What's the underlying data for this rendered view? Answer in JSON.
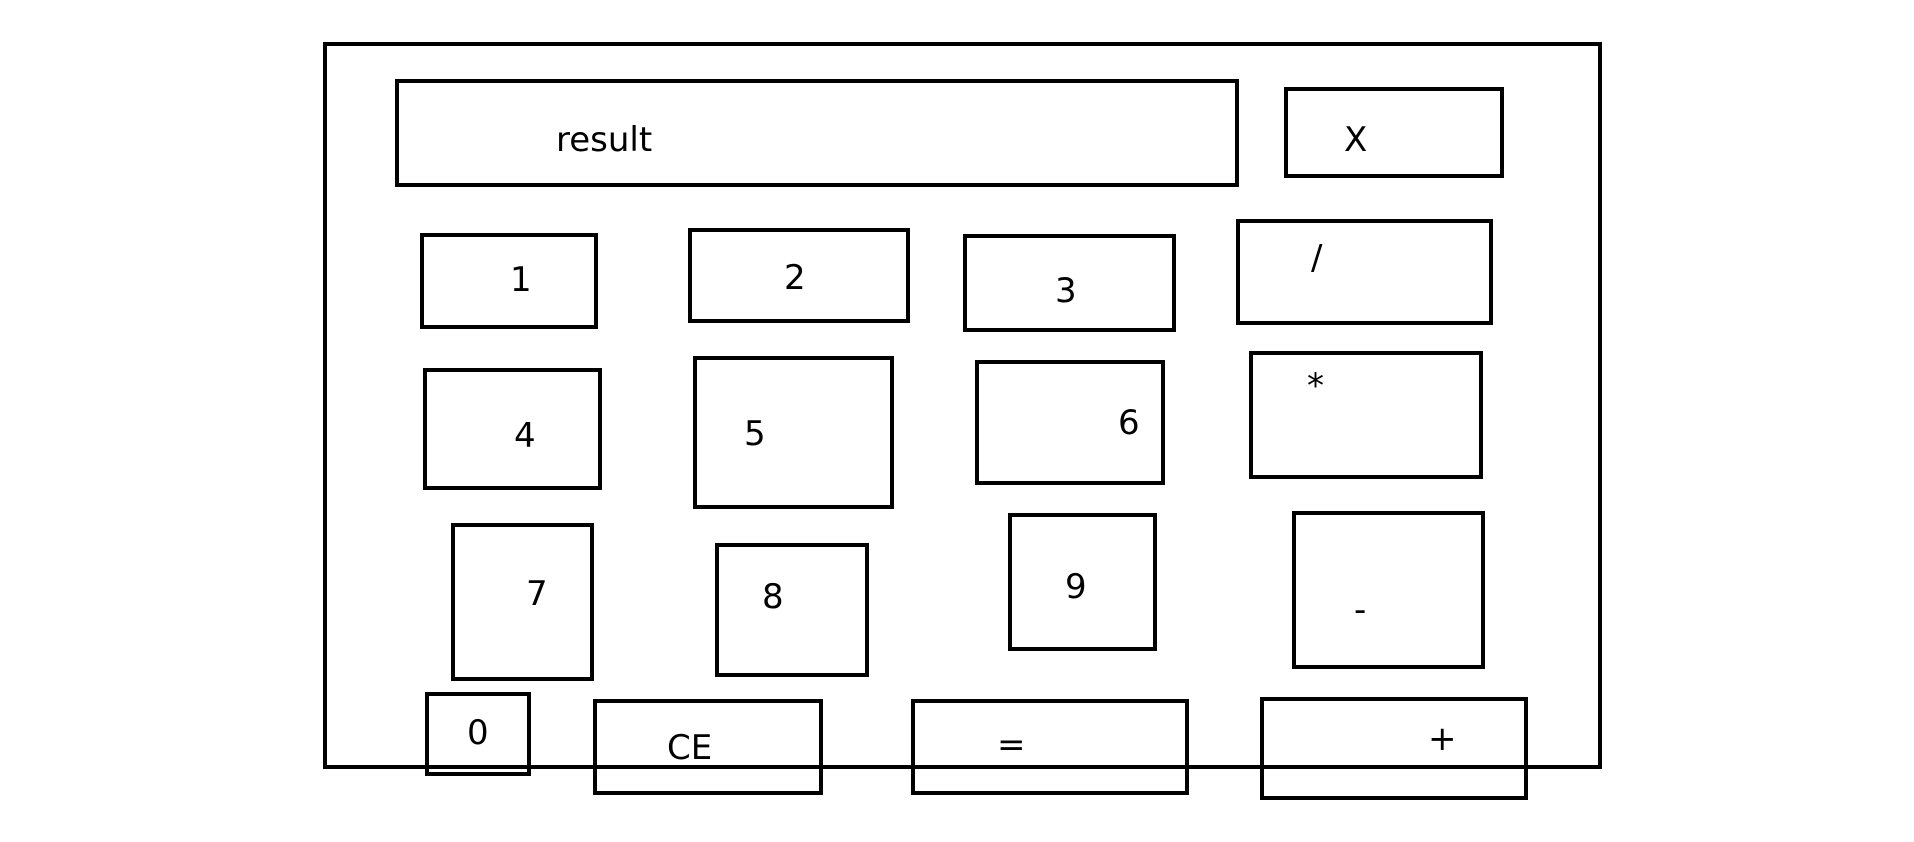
{
  "calculator": {
    "display": {
      "label": "result"
    },
    "close": {
      "label": "X"
    },
    "keys": {
      "k1": "1",
      "k2": "2",
      "k3": "3",
      "divide": "/",
      "k4": "4",
      "k5": "5",
      "k6": "6",
      "multiply": "*",
      "k7": "7",
      "k8": "8",
      "k9": "9",
      "subtract": "-",
      "k0": "0",
      "clear": "CE",
      "equals": "=",
      "add": "+"
    }
  }
}
